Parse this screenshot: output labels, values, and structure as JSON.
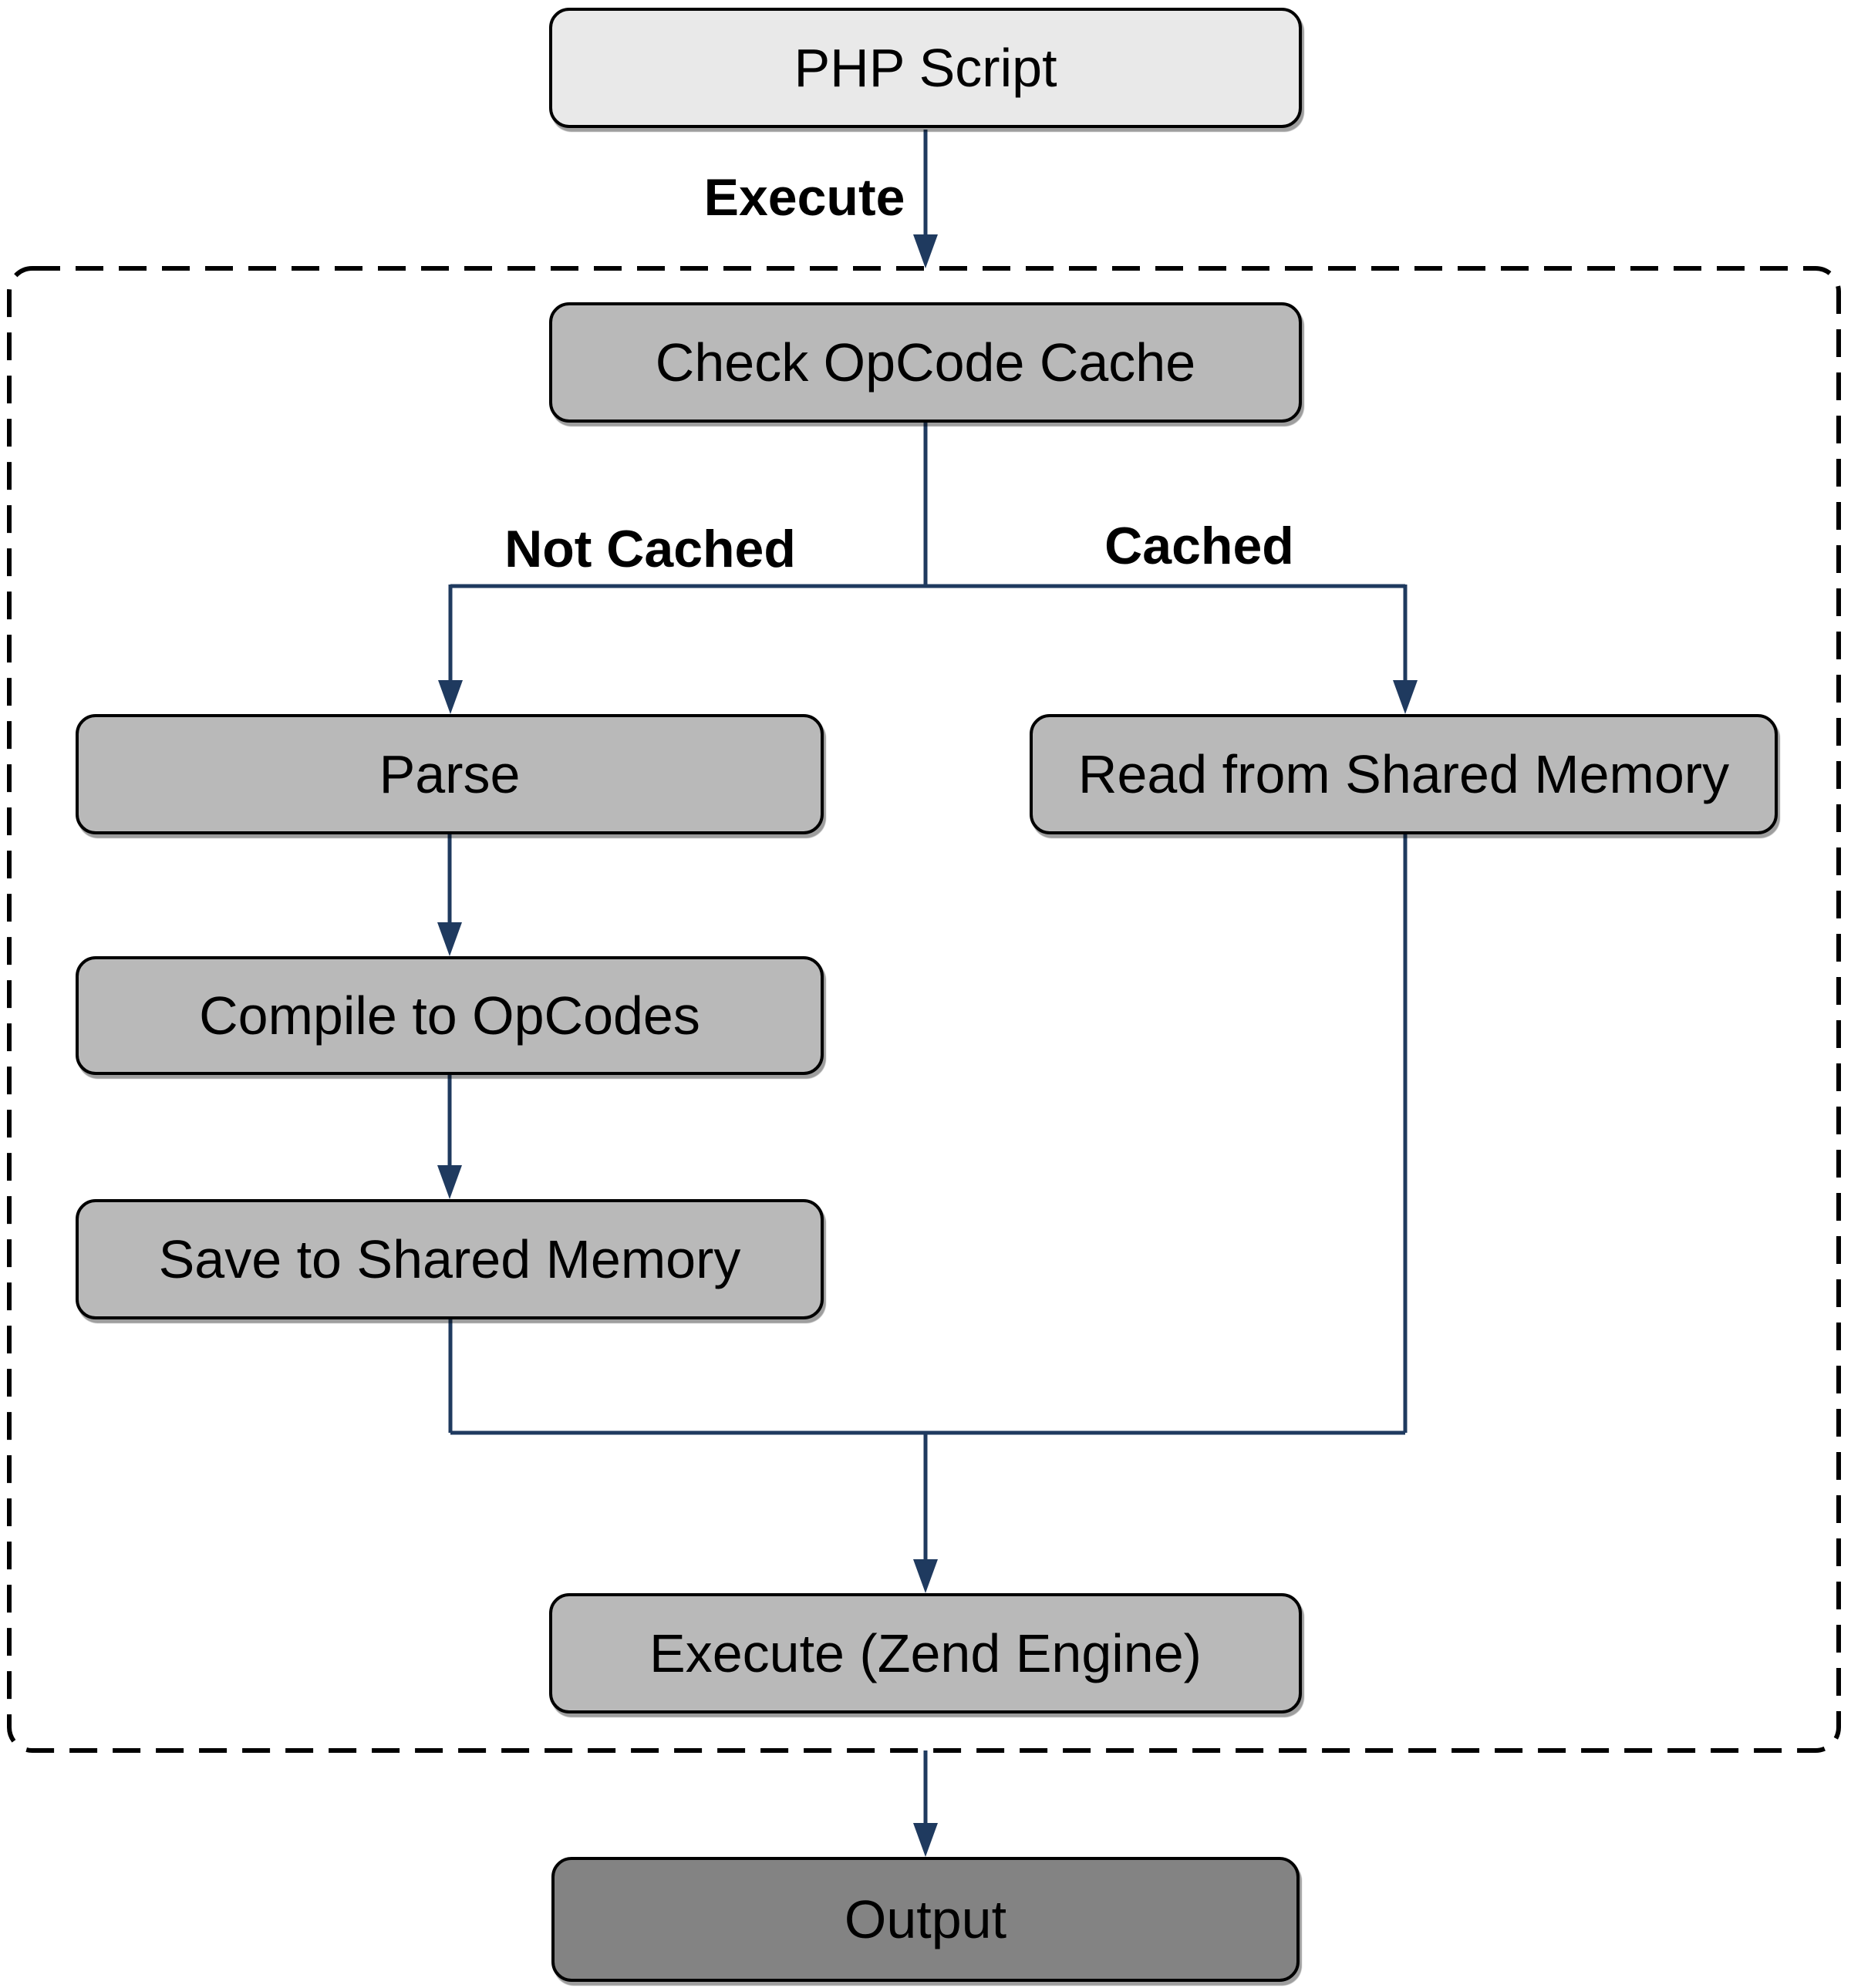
{
  "diagram": {
    "title": "PHP OpCode cache execution flowchart",
    "nodes": {
      "php_script": {
        "label": "PHP Script"
      },
      "check_opcode_cache": {
        "label": "Check OpCode Cache"
      },
      "parse": {
        "label": "Parse"
      },
      "read_shared_memory": {
        "label": "Read from Shared Memory"
      },
      "compile_opcodes": {
        "label": "Compile to OpCodes"
      },
      "save_shared_memory": {
        "label": "Save to Shared Memory"
      },
      "execute_zend": {
        "label": "Execute (Zend Engine)"
      },
      "output": {
        "label": "Output"
      }
    },
    "edge_labels": {
      "execute": "Execute",
      "not_cached": "Not Cached",
      "cached": "Cached"
    },
    "colors": {
      "node_light": "#e9e9e9",
      "node_mid": "#b9b9b9",
      "node_dark": "#838383",
      "arrow": "#1f3a5f",
      "border": "#000000"
    }
  }
}
